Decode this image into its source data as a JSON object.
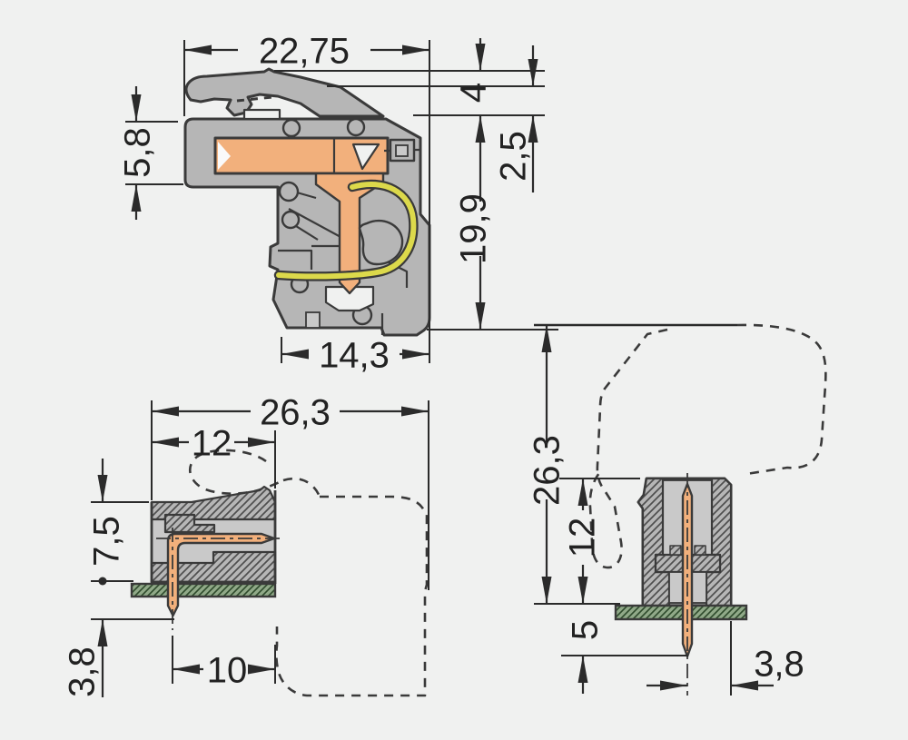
{
  "colors": {
    "background": "#f0f1f0",
    "housing_gray": "#b6b6b6",
    "cavity_gray": "#c9c9c9",
    "contact_orange": "#f2b07c",
    "spring_yellow": "#dcd94b",
    "pcb_green": "#90a988",
    "line_dark": "#3a3a3a",
    "dimension_dark": "#2b2b2b"
  },
  "views": {
    "side_section": {
      "name": "female-connector-side-section",
      "dims": {
        "overall_width": "22,75",
        "lever_height": "5,8",
        "latch_rise": "4",
        "collar": "2,5",
        "overall_height": "19,9",
        "body_depth": "14,3"
      }
    },
    "side_mounted": {
      "name": "male-header-side-view-on-pcb",
      "dims": {
        "overall_depth": "26,3",
        "housing_depth": "12",
        "height_above_pcb": "7,5",
        "pin_below_pcb": "3,8",
        "pin_length": "10"
      }
    },
    "front_mounted": {
      "name": "male-header-front-view-on-pcb",
      "dims": {
        "overall_height": "26,3",
        "housing_height": "12",
        "pin_below_pcb": "5",
        "pin_offset": "3,8"
      }
    }
  }
}
